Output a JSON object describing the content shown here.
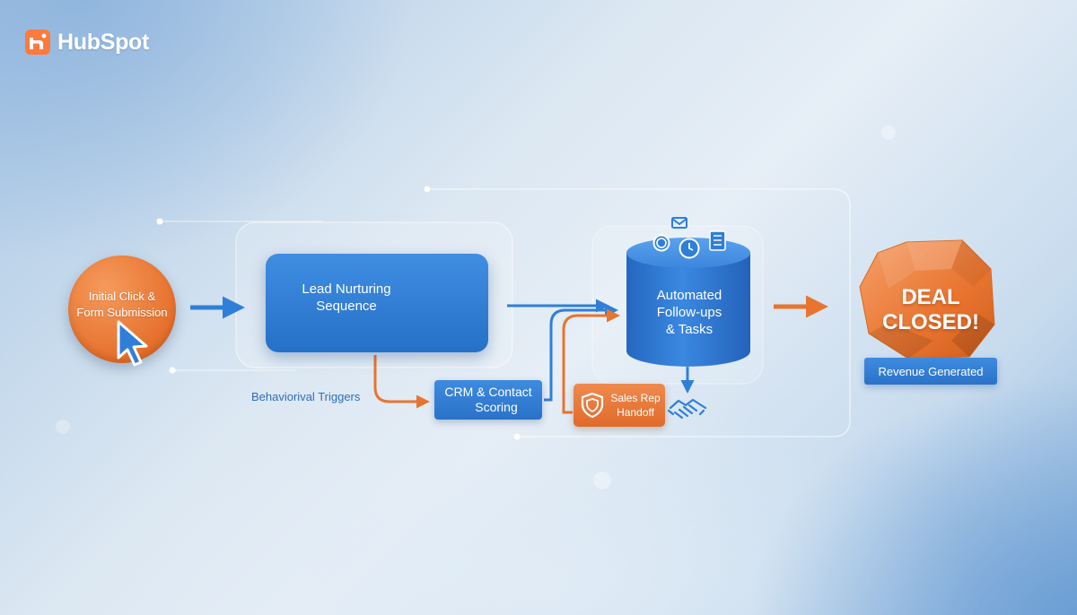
{
  "brand": {
    "name": "HubSpot"
  },
  "colors": {
    "accent_orange": "#e8742f",
    "primary_blue": "#2f7fd8",
    "label_blue": "#2f6db8"
  },
  "nodes": {
    "start": {
      "label_line1": "Initial Click &",
      "label_line2": "Form Submission",
      "icon": "cursor-icon"
    },
    "lead_nurturing": {
      "label_line1": "Lead Nurturing",
      "label_line2": "Sequence",
      "icons": [
        "mail-icon",
        "instagram-icon",
        "user-icon",
        "calendar-icon",
        "mail-icon",
        "instagram-icon"
      ]
    },
    "crm": {
      "label_line1": "CRM & Contact",
      "label_line2": "Scoring"
    },
    "automation": {
      "label_line1": "Automated",
      "label_line2": "Follow-ups",
      "label_line3": "& Tasks",
      "icons": [
        "mail-icon",
        "target-icon",
        "clock-icon",
        "checklist-icon"
      ]
    },
    "sales_handoff": {
      "label_line1": "Sales Rep",
      "label_line2": "Handoff",
      "icons": [
        "shield-icon",
        "handshake-icon"
      ]
    },
    "deal": {
      "label_line1": "DEAL",
      "label_line2": "CLOSED!"
    },
    "revenue": {
      "label": "Revenue Generated"
    }
  },
  "edges": {
    "behavioral_label": "Behaviorival Triggers"
  }
}
